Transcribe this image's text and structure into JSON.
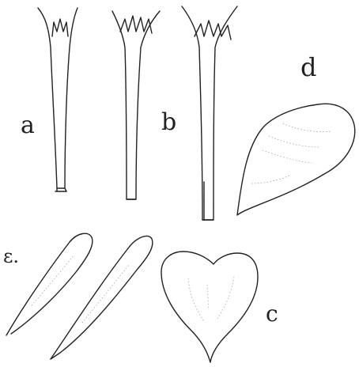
{
  "figure": {
    "labels": {
      "a": "a",
      "b": "b",
      "c": "c",
      "d": "d",
      "e": "ε."
    },
    "colors": {
      "ink": "#222222",
      "paper": "#ffffff",
      "stipple": "#9a9a9a"
    }
  }
}
